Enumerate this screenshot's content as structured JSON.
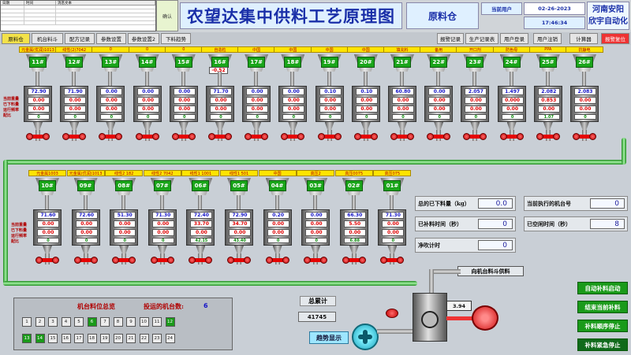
{
  "header": {
    "alarm_cols": [
      "日期",
      "时间",
      "消息文本"
    ],
    "ack_label": "确认",
    "title": "农望达集中供料工艺原理图",
    "subtitle": "原料仓",
    "user_label": "当前用户",
    "date": "02-26-2023",
    "time": "17:46:34",
    "brand_line1": "河南安阳",
    "brand_line2": "欣宇自动化"
  },
  "nav_left": [
    "原料仓",
    "机台料斗",
    "配方记录",
    "参数设置",
    "参数设置2",
    "下料趋势"
  ],
  "nav_right": [
    "报警记录",
    "生产记录表",
    "用户登录",
    "用户注销",
    "计算器",
    "报警复位"
  ],
  "row_labels": [
    "当前重量",
    "已下料量",
    "运行频率",
    "配比"
  ],
  "top_silos": [
    {
      "label": "元金属(优润)1013",
      "num": "11#",
      "w": "72.90",
      "d": "0.00",
      "f": "0.00",
      "r": "0"
    },
    {
      "label": "线性(2)7042",
      "num": "12#",
      "w": "71.90",
      "d": "0.00",
      "f": "0.00",
      "r": "0"
    },
    {
      "label": "0",
      "num": "13#",
      "w": "0.00",
      "d": "0.00",
      "f": "0.00",
      "r": "0"
    },
    {
      "label": "0",
      "num": "14#",
      "w": "0.00",
      "d": "0.00",
      "f": "0.00",
      "r": "0"
    },
    {
      "label": "0",
      "num": "15#",
      "w": "0.00",
      "d": "0.00",
      "f": "0.00",
      "r": "0"
    },
    {
      "label": "自造粒",
      "num": "16#",
      "tag": "-0.52",
      "w": "71.70",
      "d": "0.00",
      "f": "0.00",
      "r": "0"
    },
    {
      "label": "中国",
      "num": "17#",
      "w": "0.00",
      "d": "0.00",
      "f": "0.00",
      "r": "0"
    },
    {
      "label": "中国",
      "num": "18#",
      "w": "0.00",
      "d": "0.00",
      "f": "0.00",
      "r": "0"
    },
    {
      "label": "中国",
      "num": "19#",
      "w": "0.10",
      "d": "0.00",
      "f": "0.00",
      "r": "0"
    },
    {
      "label": "中国",
      "num": "20#",
      "w": "0.10",
      "d": "0.00",
      "f": "0.00",
      "r": "0"
    },
    {
      "label": "填充料",
      "num": "21#",
      "w": "60.80",
      "d": "0.00",
      "f": "0.00",
      "r": "0"
    },
    {
      "label": "备用",
      "num": "22#",
      "w": "0.00",
      "d": "0.00",
      "f": "0.00",
      "r": "0"
    },
    {
      "label": "开口剂",
      "num": "23#",
      "w": "2.057",
      "d": "0.00",
      "f": "0.00",
      "r": "0"
    },
    {
      "label": "防色母",
      "num": "24#",
      "w": "1.497",
      "d": "0.000",
      "f": "0.00",
      "r": "0"
    },
    {
      "label": "PPA",
      "num": "25#",
      "w": "2.082",
      "d": "0.853",
      "f": "0.00",
      "r": "1.07"
    },
    {
      "label": "抗静电",
      "num": "26#",
      "w": "2.083",
      "d": "0.00",
      "f": "0.00",
      "r": "0"
    }
  ],
  "bottom_silos": [
    {
      "label": "元金属1003",
      "num": "10#",
      "w": "71.60",
      "d": "0.00",
      "f": "0.00",
      "r": "0"
    },
    {
      "label": "元金属(优润)1013",
      "num": "09#",
      "w": "72.60",
      "d": "0.00",
      "f": "0.00",
      "r": "0"
    },
    {
      "label": "线性2 182",
      "num": "08#",
      "w": "51.30",
      "d": "0.00",
      "f": "0.00",
      "r": "0"
    },
    {
      "label": "线性2 7042",
      "num": "07#",
      "w": "71.30",
      "d": "0.00",
      "f": "0.00",
      "r": "0"
    },
    {
      "label": "线性1 1001",
      "num": "06#",
      "w": "72.40",
      "d": "33.70",
      "f": "0.00",
      "r": "42.15"
    },
    {
      "label": "线性1 501",
      "num": "05#",
      "w": "72.90",
      "d": "34.70",
      "f": "0.00",
      "r": "43.40"
    },
    {
      "label": "中国",
      "num": "04#",
      "w": "0.20",
      "d": "0.00",
      "f": "0.00",
      "r": "0"
    },
    {
      "label": "高压2",
      "num": "03#",
      "w": "0.00",
      "d": "0.00",
      "f": "0.00",
      "r": "0"
    },
    {
      "label": "高压0075",
      "num": "02#",
      "w": "66.30",
      "d": "5.50",
      "f": "0.00",
      "r": "6.88"
    },
    {
      "label": "高压075",
      "num": "01#",
      "w": "71.30",
      "d": "0.00",
      "f": "0.00",
      "r": "0"
    }
  ],
  "info": {
    "total_label": "总的已下料量（kg）",
    "total_value": "0.0",
    "add_time_label": "已补料时间（秒）",
    "add_time_value": "0",
    "purge_label": "净吹计时",
    "purge_value": "0",
    "machine_label": "当前执行的机台号",
    "machine_value": "0",
    "idle_label": "已空闲时间（秒）",
    "idle_value": "8"
  },
  "board": {
    "title": "机台料位总览",
    "running_label": "投运的机台数:",
    "running_value": "6",
    "cells": [
      "1",
      "2",
      "3",
      "4",
      "5",
      "6",
      "7",
      "8",
      "9",
      "10",
      "11",
      "12",
      "13",
      "14",
      "15",
      "16",
      "17",
      "18",
      "19",
      "20",
      "21",
      "22",
      "23",
      "24"
    ],
    "active": [
      "6",
      "12",
      "13",
      "14"
    ]
  },
  "summary": {
    "label": "总累计",
    "value": "41745",
    "trend_button": "趋势显示"
  },
  "mixer": {
    "direction_label": "向机台料斗供料",
    "tank_value": "3.94"
  },
  "actions": [
    "自动补料启动",
    "结束当前补料",
    "补料顺序停止",
    "补料紧急停止"
  ],
  "colors": {
    "accent_green": "#1aa51a",
    "value_blue": "#1414c8",
    "value_red": "#e00000",
    "label_yellow": "#ffe400",
    "title_blue": "#1a2fa8"
  }
}
